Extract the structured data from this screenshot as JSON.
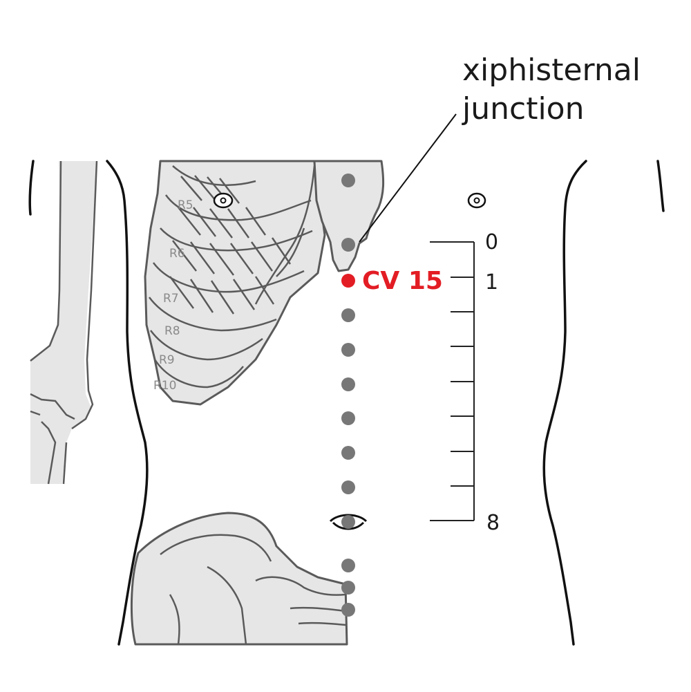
{
  "annotation": {
    "line1": "xiphisternal",
    "line2": "junction"
  },
  "point": {
    "label": "CV 15",
    "color": "#e31d24"
  },
  "ribs": [
    "R5",
    "R6",
    "R7",
    "R8",
    "R9",
    "R10"
  ],
  "scale": {
    "top": "0",
    "first": "1",
    "bottom": "8",
    "divisions": 8
  },
  "colors": {
    "bone_fill": "#e6e6e6",
    "bone_outline": "#5a5a5a",
    "acupoint_dot": "#777777",
    "body_outline": "#111111"
  },
  "icons": [
    "nipple-icon",
    "navel-icon"
  ]
}
